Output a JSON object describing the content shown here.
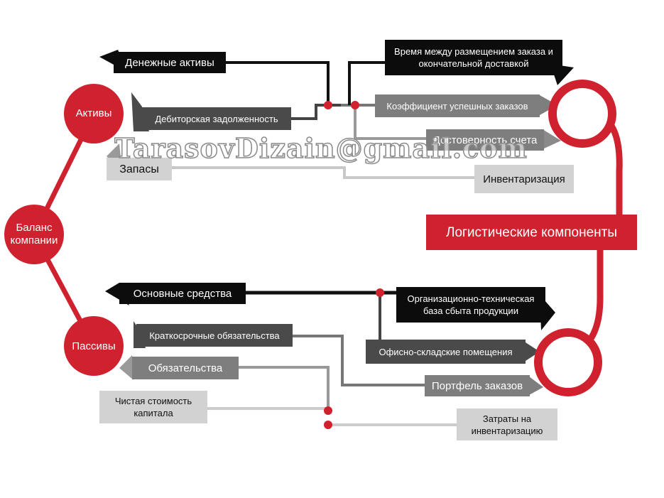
{
  "nodes": {
    "aktivy": "Активы",
    "balans": "Баланс компании",
    "passivy": "Пассивы"
  },
  "boxes": {
    "denezhnye_aktivy": "Денежные активы",
    "debitorskaya": "Дебиторская задолженность",
    "zapasy": "Запасы",
    "vremya": "Время между размещением заказа и окончательной доставкой",
    "koeff": "Коэффициент успешных заказов",
    "dostovernost": "Достоверность счета",
    "inventarizatsiya": "Инвентаризация",
    "logistic": "Логистические компоненты",
    "osnovnye": "Основные средства",
    "kratkosrochnye": "Краткосрочные обязательства",
    "obyazatelstva": "Обязательства",
    "chistaya": "Чистая стоимость капитала",
    "org_tech": "Организационно-техническая база сбыта продукции",
    "ofisno": "Офисно-складские помещения",
    "portfel": "Портфель заказов",
    "zatraty": "Затраты на инвентаризацию"
  },
  "watermark": "TarasovDizain@gmail.com",
  "colors": {
    "accent_red": "#d0222e",
    "black": "#0c0c0c",
    "dark_gray": "#4a4a4a",
    "mid_gray": "#7e7e7e",
    "light_gray": "#d2d2d2"
  }
}
